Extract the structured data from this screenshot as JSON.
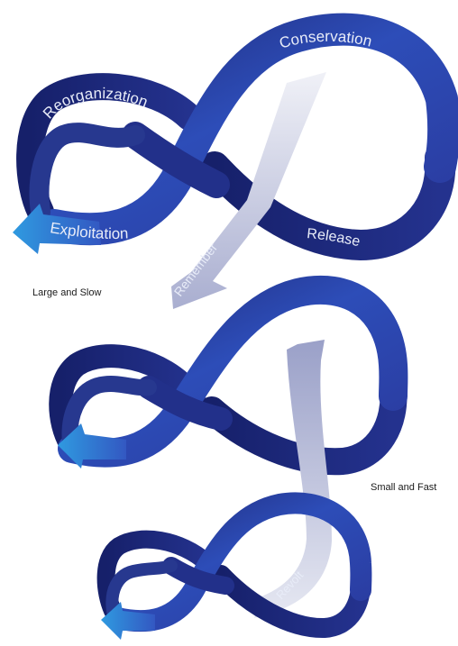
{
  "diagram": {
    "phases": {
      "reorganization": "Reorganization",
      "conservation": "Conservation",
      "exploitation": "Exploitation",
      "release": "Release"
    },
    "links": {
      "remember": "Remember",
      "revolt": "Revolt"
    },
    "scales": {
      "large": "Large and Slow",
      "small": "Small and Fast"
    },
    "colors": {
      "loop_dark": "#1f2a7a",
      "loop_mid": "#2d4db8",
      "loop_light": "#3d78d8",
      "arrow_tip": "#2f9ae0",
      "link_light": "#e6e8f2",
      "link_dark": "#9aa0c8",
      "label_text": "#e8ecf8"
    }
  }
}
